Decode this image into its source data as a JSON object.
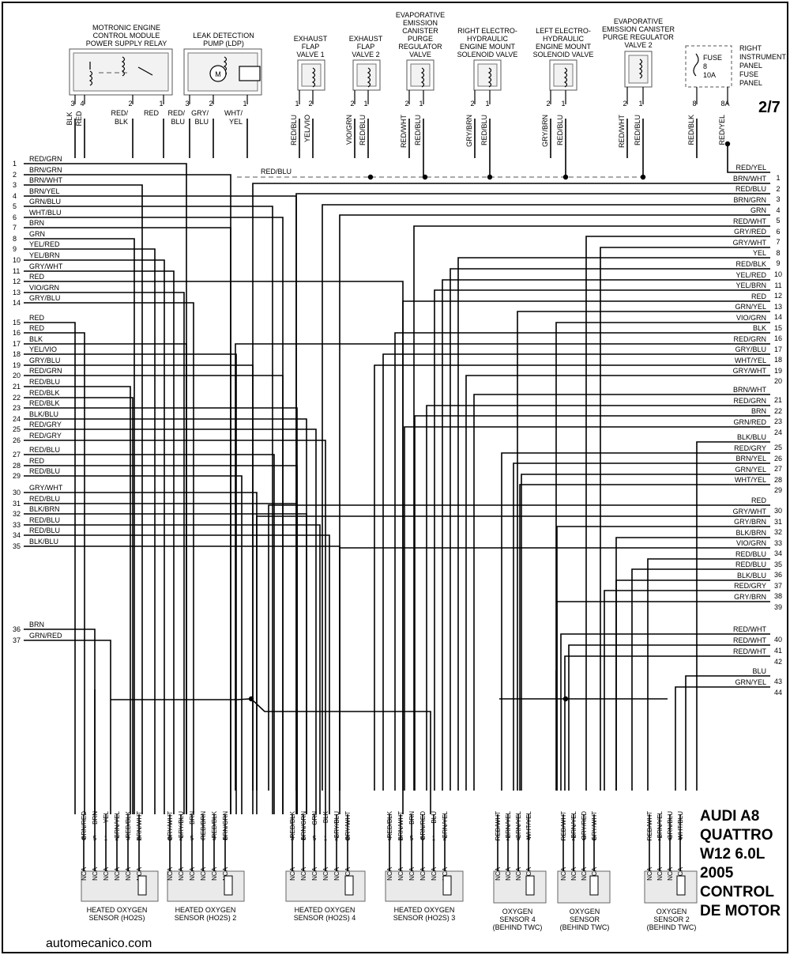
{
  "page": "2/7",
  "site": "automecanico.com",
  "vehicle_lines": [
    "AUDI A8",
    "QUATTRO",
    "W12 6.0L",
    "2005",
    "CONTROL",
    "DE MOTOR"
  ],
  "components": [
    {
      "key": "relay",
      "title_lines": [
        "MOTRONIC ENGINE",
        "CONTROL MODULE",
        "POWER SUPPLY RELAY"
      ],
      "pins": [
        {
          "num": "3",
          "wire": "BLK"
        },
        {
          "num": "4",
          "wire": "RED"
        },
        {
          "num": "2",
          "wire": "RED/\nBLK"
        },
        {
          "num": "1",
          "wire": "RED"
        }
      ]
    },
    {
      "key": "ldp",
      "title_lines": [
        "LEAK DETECTION",
        "PUMP (LDP)"
      ],
      "pins": [
        {
          "num": "3",
          "wire": "RED/\nBLU"
        },
        {
          "num": "2",
          "wire": "GRY/\nBLU"
        },
        {
          "num": "1",
          "wire": "WHT/\nYEL"
        }
      ]
    },
    {
      "key": "efv1",
      "title_lines": [
        "EXHAUST",
        "FLAP",
        "VALVE 1"
      ],
      "pins": [
        {
          "num": "1",
          "wire": "RED/BLU"
        },
        {
          "num": "2",
          "wire": "YEL/VIO"
        }
      ]
    },
    {
      "key": "efv2",
      "title_lines": [
        "EXHAUST",
        "FLAP",
        "VALVE 2"
      ],
      "pins": [
        {
          "num": "2",
          "wire": "VIO/GRN"
        },
        {
          "num": "1",
          "wire": "RED/BLU"
        }
      ]
    },
    {
      "key": "evap",
      "title_lines": [
        "EVAPORATIVE",
        "EMISSION",
        "CANISTER",
        "PURGE",
        "REGULATOR",
        "VALVE"
      ],
      "pins": [
        {
          "num": "2",
          "wire": "RED/WHT"
        },
        {
          "num": "1",
          "wire": "RED/BLU"
        }
      ]
    },
    {
      "key": "rmount",
      "title_lines": [
        "RIGHT ELECTRO-",
        "HYDRAULIC",
        "ENGINE MOUNT",
        "SOLENOID VALVE"
      ],
      "pins": [
        {
          "num": "2",
          "wire": "GRY/BRN"
        },
        {
          "num": "1",
          "wire": "RED/BLU"
        }
      ]
    },
    {
      "key": "lmount",
      "title_lines": [
        "LEFT ELECTRO-",
        "HYDRAULIC",
        "ENGINE MOUNT",
        "SOLENOID VALVE"
      ],
      "pins": [
        {
          "num": "2",
          "wire": "GRY/BRN"
        },
        {
          "num": "1",
          "wire": "RED/BLU"
        }
      ]
    },
    {
      "key": "evap2",
      "title_lines": [
        "EVAPORATIVE",
        "EMISSION CANISTER",
        "PURGE REGULATOR",
        "VALVE 2"
      ],
      "pins": [
        {
          "num": "2",
          "wire": "RED/WHT"
        },
        {
          "num": "1",
          "wire": "RED/BLU"
        }
      ]
    },
    {
      "key": "fuse",
      "title_lines": [
        "RIGHT",
        "INSTRUMENT",
        "PANEL",
        "FUSE",
        "PANEL"
      ],
      "fuse_label": [
        "FUSE",
        "8",
        "10A"
      ],
      "pins": [
        {
          "num": "8",
          "wire": "RED/BLK"
        },
        {
          "num": "8A",
          "wire": "RED/YEL"
        }
      ]
    }
  ],
  "red_blu_bus_label": "RED/BLU",
  "left_wires": [
    {
      "n": "1",
      "c": "RED/GRN"
    },
    {
      "n": "2",
      "c": "BRN/GRN"
    },
    {
      "n": "3",
      "c": "BRN/WHT"
    },
    {
      "n": "4",
      "c": "BRN/YEL"
    },
    {
      "n": "5",
      "c": "GRN/BLU"
    },
    {
      "n": "6",
      "c": "WHT/BLU"
    },
    {
      "n": "7",
      "c": "BRN"
    },
    {
      "n": "8",
      "c": "GRN"
    },
    {
      "n": "9",
      "c": "YEL/RED"
    },
    {
      "n": "10",
      "c": "YEL/BRN"
    },
    {
      "n": "11",
      "c": "GRY/WHT"
    },
    {
      "n": "12",
      "c": "RED"
    },
    {
      "n": "13",
      "c": "VIO/GRN"
    },
    {
      "n": "14",
      "c": "GRY/BLU"
    },
    {
      "n": "15",
      "c": "RED"
    },
    {
      "n": "16",
      "c": "RED"
    },
    {
      "n": "17",
      "c": "BLK"
    },
    {
      "n": "18",
      "c": "YEL/VIO"
    },
    {
      "n": "19",
      "c": "GRY/BLU"
    },
    {
      "n": "20",
      "c": "RED/GRN"
    },
    {
      "n": "21",
      "c": "RED/BLU"
    },
    {
      "n": "22",
      "c": "RED/BLK"
    },
    {
      "n": "23",
      "c": "RED/BLK"
    },
    {
      "n": "24",
      "c": "BLK/BLU"
    },
    {
      "n": "25",
      "c": "RED/GRY"
    },
    {
      "n": "26",
      "c": "RED/GRY"
    },
    {
      "n": "27",
      "c": "RED/BLU"
    },
    {
      "n": "28",
      "c": "RED"
    },
    {
      "n": "29",
      "c": "RED/BLU"
    },
    {
      "n": "30",
      "c": "GRY/WHT"
    },
    {
      "n": "31",
      "c": "RED/BLU"
    },
    {
      "n": "32",
      "c": "BLK/BRN"
    },
    {
      "n": "33",
      "c": "RED/BLU"
    },
    {
      "n": "34",
      "c": "RED/BLU"
    },
    {
      "n": "35",
      "c": "BLK/BLU"
    },
    {
      "n": "36",
      "c": "BRN"
    },
    {
      "n": "37",
      "c": "GRN/RED"
    }
  ],
  "right_wires": [
    {
      "n": "1",
      "c": "RED/YEL"
    },
    {
      "n": "2",
      "c": "BRN/WHT"
    },
    {
      "n": "3",
      "c": "RED/BLU"
    },
    {
      "n": "4",
      "c": "BRN/GRN"
    },
    {
      "n": "5",
      "c": "GRN"
    },
    {
      "n": "6",
      "c": "RED/WHT"
    },
    {
      "n": "7",
      "c": "GRY/RED"
    },
    {
      "n": "8",
      "c": "GRY/WHT"
    },
    {
      "n": "9",
      "c": "YEL"
    },
    {
      "n": "10",
      "c": "RED/BLK"
    },
    {
      "n": "11",
      "c": "YEL/RED"
    },
    {
      "n": "12",
      "c": "YEL/BRN"
    },
    {
      "n": "13",
      "c": "RED"
    },
    {
      "n": "14",
      "c": "GRN/YEL"
    },
    {
      "n": "15",
      "c": "VIO/GRN"
    },
    {
      "n": "16",
      "c": "BLK"
    },
    {
      "n": "17",
      "c": "RED/GRN"
    },
    {
      "n": "18",
      "c": "GRY/BLU"
    },
    {
      "n": "19",
      "c": "WHT/YEL"
    },
    {
      "n": "20",
      "c": "GRY/WHT"
    },
    {
      "n": "21",
      "c": "BRN/WHT"
    },
    {
      "n": "22",
      "c": "RED/GRN"
    },
    {
      "n": "23",
      "c": "BRN"
    },
    {
      "n": "24",
      "c": "GRN/RED"
    },
    {
      "n": "25",
      "c": "BLK/BLU"
    },
    {
      "n": "26",
      "c": "RED/GRY"
    },
    {
      "n": "27",
      "c": "BRN/YEL"
    },
    {
      "n": "28",
      "c": "GRN/YEL"
    },
    {
      "n": "29",
      "c": "WHT/YEL"
    },
    {
      "n": "30",
      "c": "RED"
    },
    {
      "n": "31",
      "c": "GRY/WHT"
    },
    {
      "n": "32",
      "c": "GRY/BRN"
    },
    {
      "n": "33",
      "c": "BLK/BRN"
    },
    {
      "n": "34",
      "c": "VIO/GRN"
    },
    {
      "n": "35",
      "c": "RED/BLU"
    },
    {
      "n": "36",
      "c": "RED/BLU"
    },
    {
      "n": "37",
      "c": "BLK/BLU"
    },
    {
      "n": "38",
      "c": "RED/GRY"
    },
    {
      "n": "39",
      "c": "GRY/BRN"
    },
    {
      "n": "40",
      "c": "RED/WHT"
    },
    {
      "n": "41",
      "c": "RED/WHT"
    },
    {
      "n": "42",
      "c": "RED/WHT"
    },
    {
      "n": "43",
      "c": "BLU"
    },
    {
      "n": "44",
      "c": "GRN/YEL"
    }
  ],
  "sensors": [
    {
      "key": "ho2s1",
      "name_lines": [
        "HEATED OXYGEN",
        "SENSOR (HO2S)"
      ],
      "pins": [
        {
          "num": "6",
          "wire": "GRN/RED"
        },
        {
          "num": "5",
          "wire": "BRN"
        },
        {
          "num": "1",
          "wire": "YEL"
        },
        {
          "num": "2",
          "wire": "GRN/YEL"
        },
        {
          "num": "3",
          "wire": "RED/BLK"
        },
        {
          "num": "4",
          "wire": "BRN/WHT"
        }
      ]
    },
    {
      "key": "ho2s2",
      "name_lines": [
        "HEATED OXYGEN",
        "SENSOR (HO2S) 2"
      ],
      "pins": [
        {
          "num": "6",
          "wire": "GRY/WHT"
        },
        {
          "num": "2",
          "wire": "GRY/BLU"
        },
        {
          "num": "5",
          "wire": "BRN"
        },
        {
          "num": "1",
          "wire": "RED/BRN"
        },
        {
          "num": "3",
          "wire": "RED/BLK"
        },
        {
          "num": "4",
          "wire": "BRN/GRN"
        }
      ]
    },
    {
      "key": "ho2s4",
      "name_lines": [
        "HEATED OXYGEN",
        "SENSOR (HO2S) 4"
      ],
      "pins": [
        {
          "num": "3",
          "wire": "RED/BLK"
        },
        {
          "num": "4",
          "wire": "BRN/GRN"
        },
        {
          "num": "5",
          "wire": "GRN"
        },
        {
          "num": "1",
          "wire": "BLK"
        },
        {
          "num": "2",
          "wire": "GRY/BLU"
        },
        {
          "num": "6",
          "wire": "GRY/WHT"
        }
      ]
    },
    {
      "key": "ho2s3",
      "name_lines": [
        "HEATED OXYGEN",
        "SENSOR (HO2S) 3"
      ],
      "pins": [
        {
          "num": "3",
          "wire": "RED/BLK"
        },
        {
          "num": "4",
          "wire": "BRN/WHT"
        },
        {
          "num": "5",
          "wire": "BRN"
        },
        {
          "num": "6",
          "wire": "GRN/RED"
        },
        {
          "num": "1",
          "wire": "BLU"
        },
        {
          "num": "2",
          "wire": "GRN/YEL"
        }
      ]
    },
    {
      "key": "o2s4",
      "name_lines": [
        "OXYGEN",
        "SENSOR 4",
        "(BEHIND TWC)"
      ],
      "pins": [
        {
          "num": "1",
          "wire": "RED/WHT"
        },
        {
          "num": "2",
          "wire": "BRN/YEL"
        },
        {
          "num": "3",
          "wire": "GRN/YEL"
        },
        {
          "num": "4",
          "wire": "WHT/YEL"
        }
      ]
    },
    {
      "key": "o2s",
      "name_lines": [
        "OXYGEN",
        "SENSOR",
        "(BEHIND TWC)"
      ],
      "pins": [
        {
          "num": "1",
          "wire": "RED/WHT"
        },
        {
          "num": "2",
          "wire": "BRN/YEL"
        },
        {
          "num": "3",
          "wire": "GRY/RED"
        },
        {
          "num": "4",
          "wire": "GRY/WHT"
        }
      ]
    },
    {
      "key": "o2s2",
      "name_lines": [
        "OXYGEN",
        "SENSOR 2",
        "(BEHIND TWC)"
      ],
      "pins": [
        {
          "num": "1",
          "wire": "RED/WHT"
        },
        {
          "num": "2",
          "wire": "BRN/YEL"
        },
        {
          "num": "3",
          "wire": "GRN/BLU"
        },
        {
          "num": "4",
          "wire": "WHT/BLU"
        }
      ]
    }
  ],
  "nca_label": "NCA"
}
